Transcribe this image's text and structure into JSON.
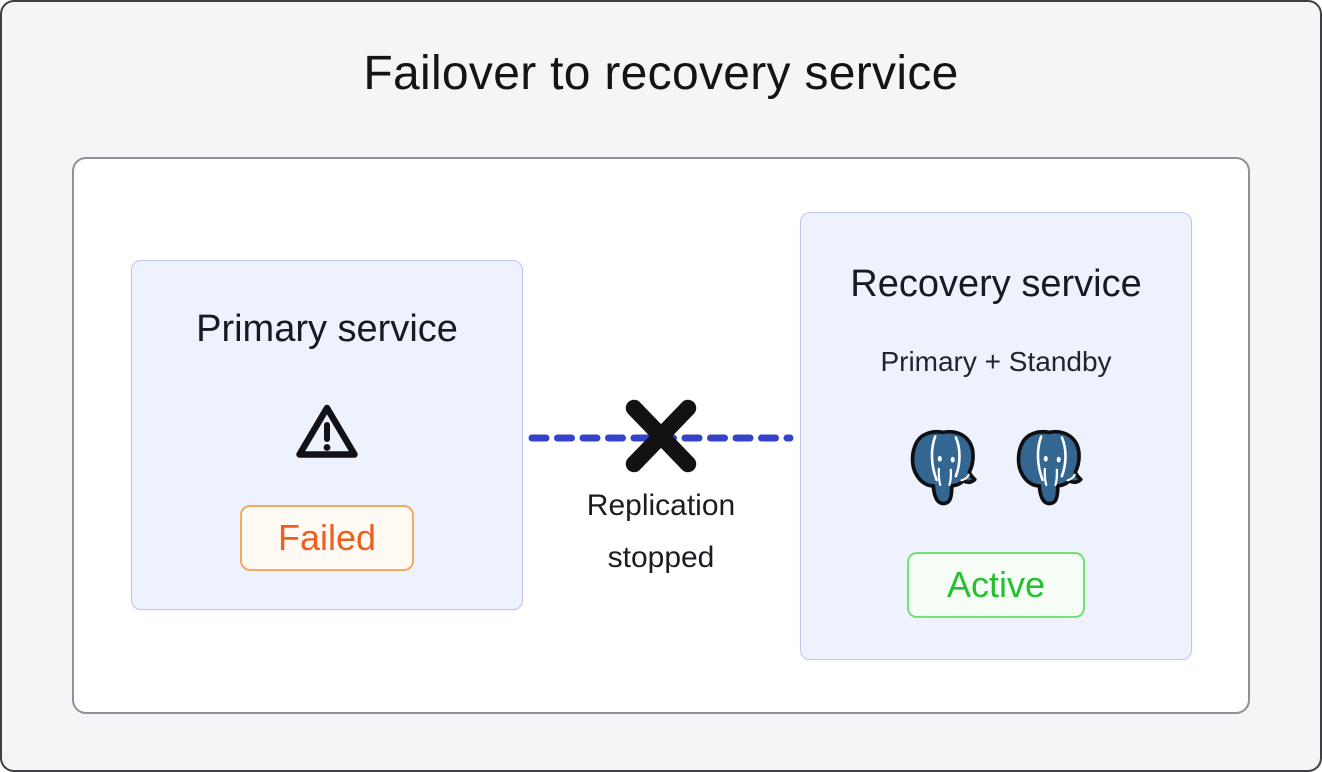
{
  "title": "Failover to recovery service",
  "diagram": {
    "primary": {
      "title": "Primary service",
      "status": "Failed",
      "icon": "warning-icon"
    },
    "recovery": {
      "title": "Recovery service",
      "subtitle": "Primary + Standby",
      "status": "Active",
      "icons": [
        "postgresql-icon",
        "postgresql-icon"
      ]
    },
    "connection": {
      "label": "Replication stopped",
      "style": "dashed-line-with-x",
      "icon": "x-icon"
    }
  },
  "colors": {
    "frame_bg": "#f4f5f7",
    "frame_border": "#3e3e44",
    "panel_border": "#90909a",
    "node_bg": "#eef2fd",
    "node_border": "#bcc7ef",
    "connection_blue": "#3642c8",
    "failed_text": "#ed5f21",
    "failed_border": "#f6a963",
    "failed_bg": "#fffaf3",
    "active_text": "#24c12e",
    "active_border": "#72e276",
    "active_bg": "#f7fdf7",
    "postgres_blue": "#336791",
    "ink": "#141418"
  }
}
